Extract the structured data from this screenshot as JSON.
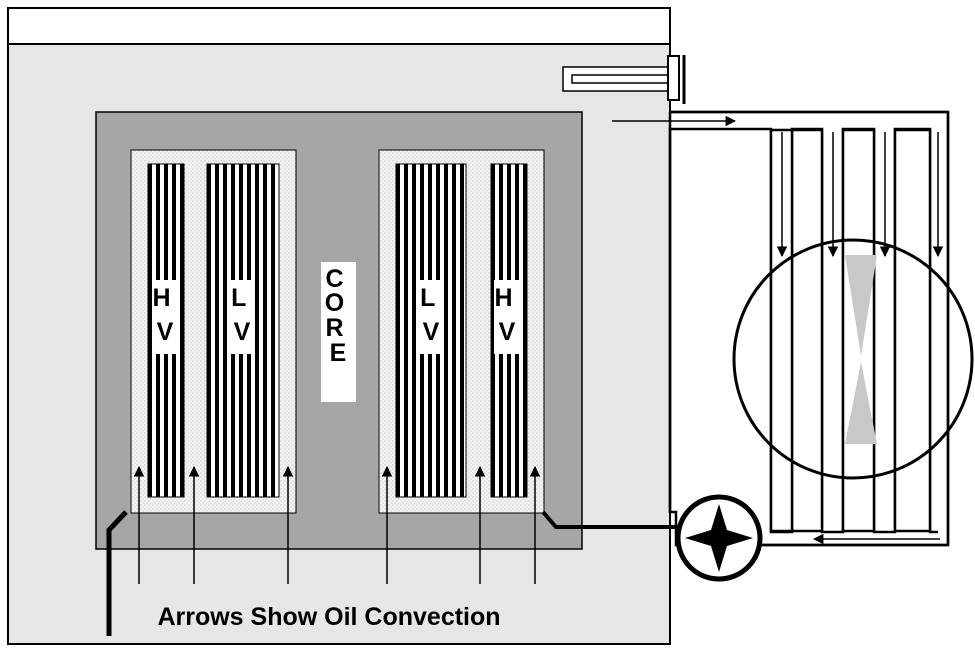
{
  "caption": "Arrows Show Oil Convection",
  "labels": {
    "core": "CORE",
    "left_outer": "HV",
    "left_inner": "LV",
    "right_inner": "LV",
    "right_outer": "HV"
  },
  "colors": {
    "tank_oil": "#e6e6e6",
    "core": "#a6a6a6",
    "coil_zone": "#f2f2f2",
    "stroke": "#000000",
    "fan_blade": "#c8c8c8"
  }
}
